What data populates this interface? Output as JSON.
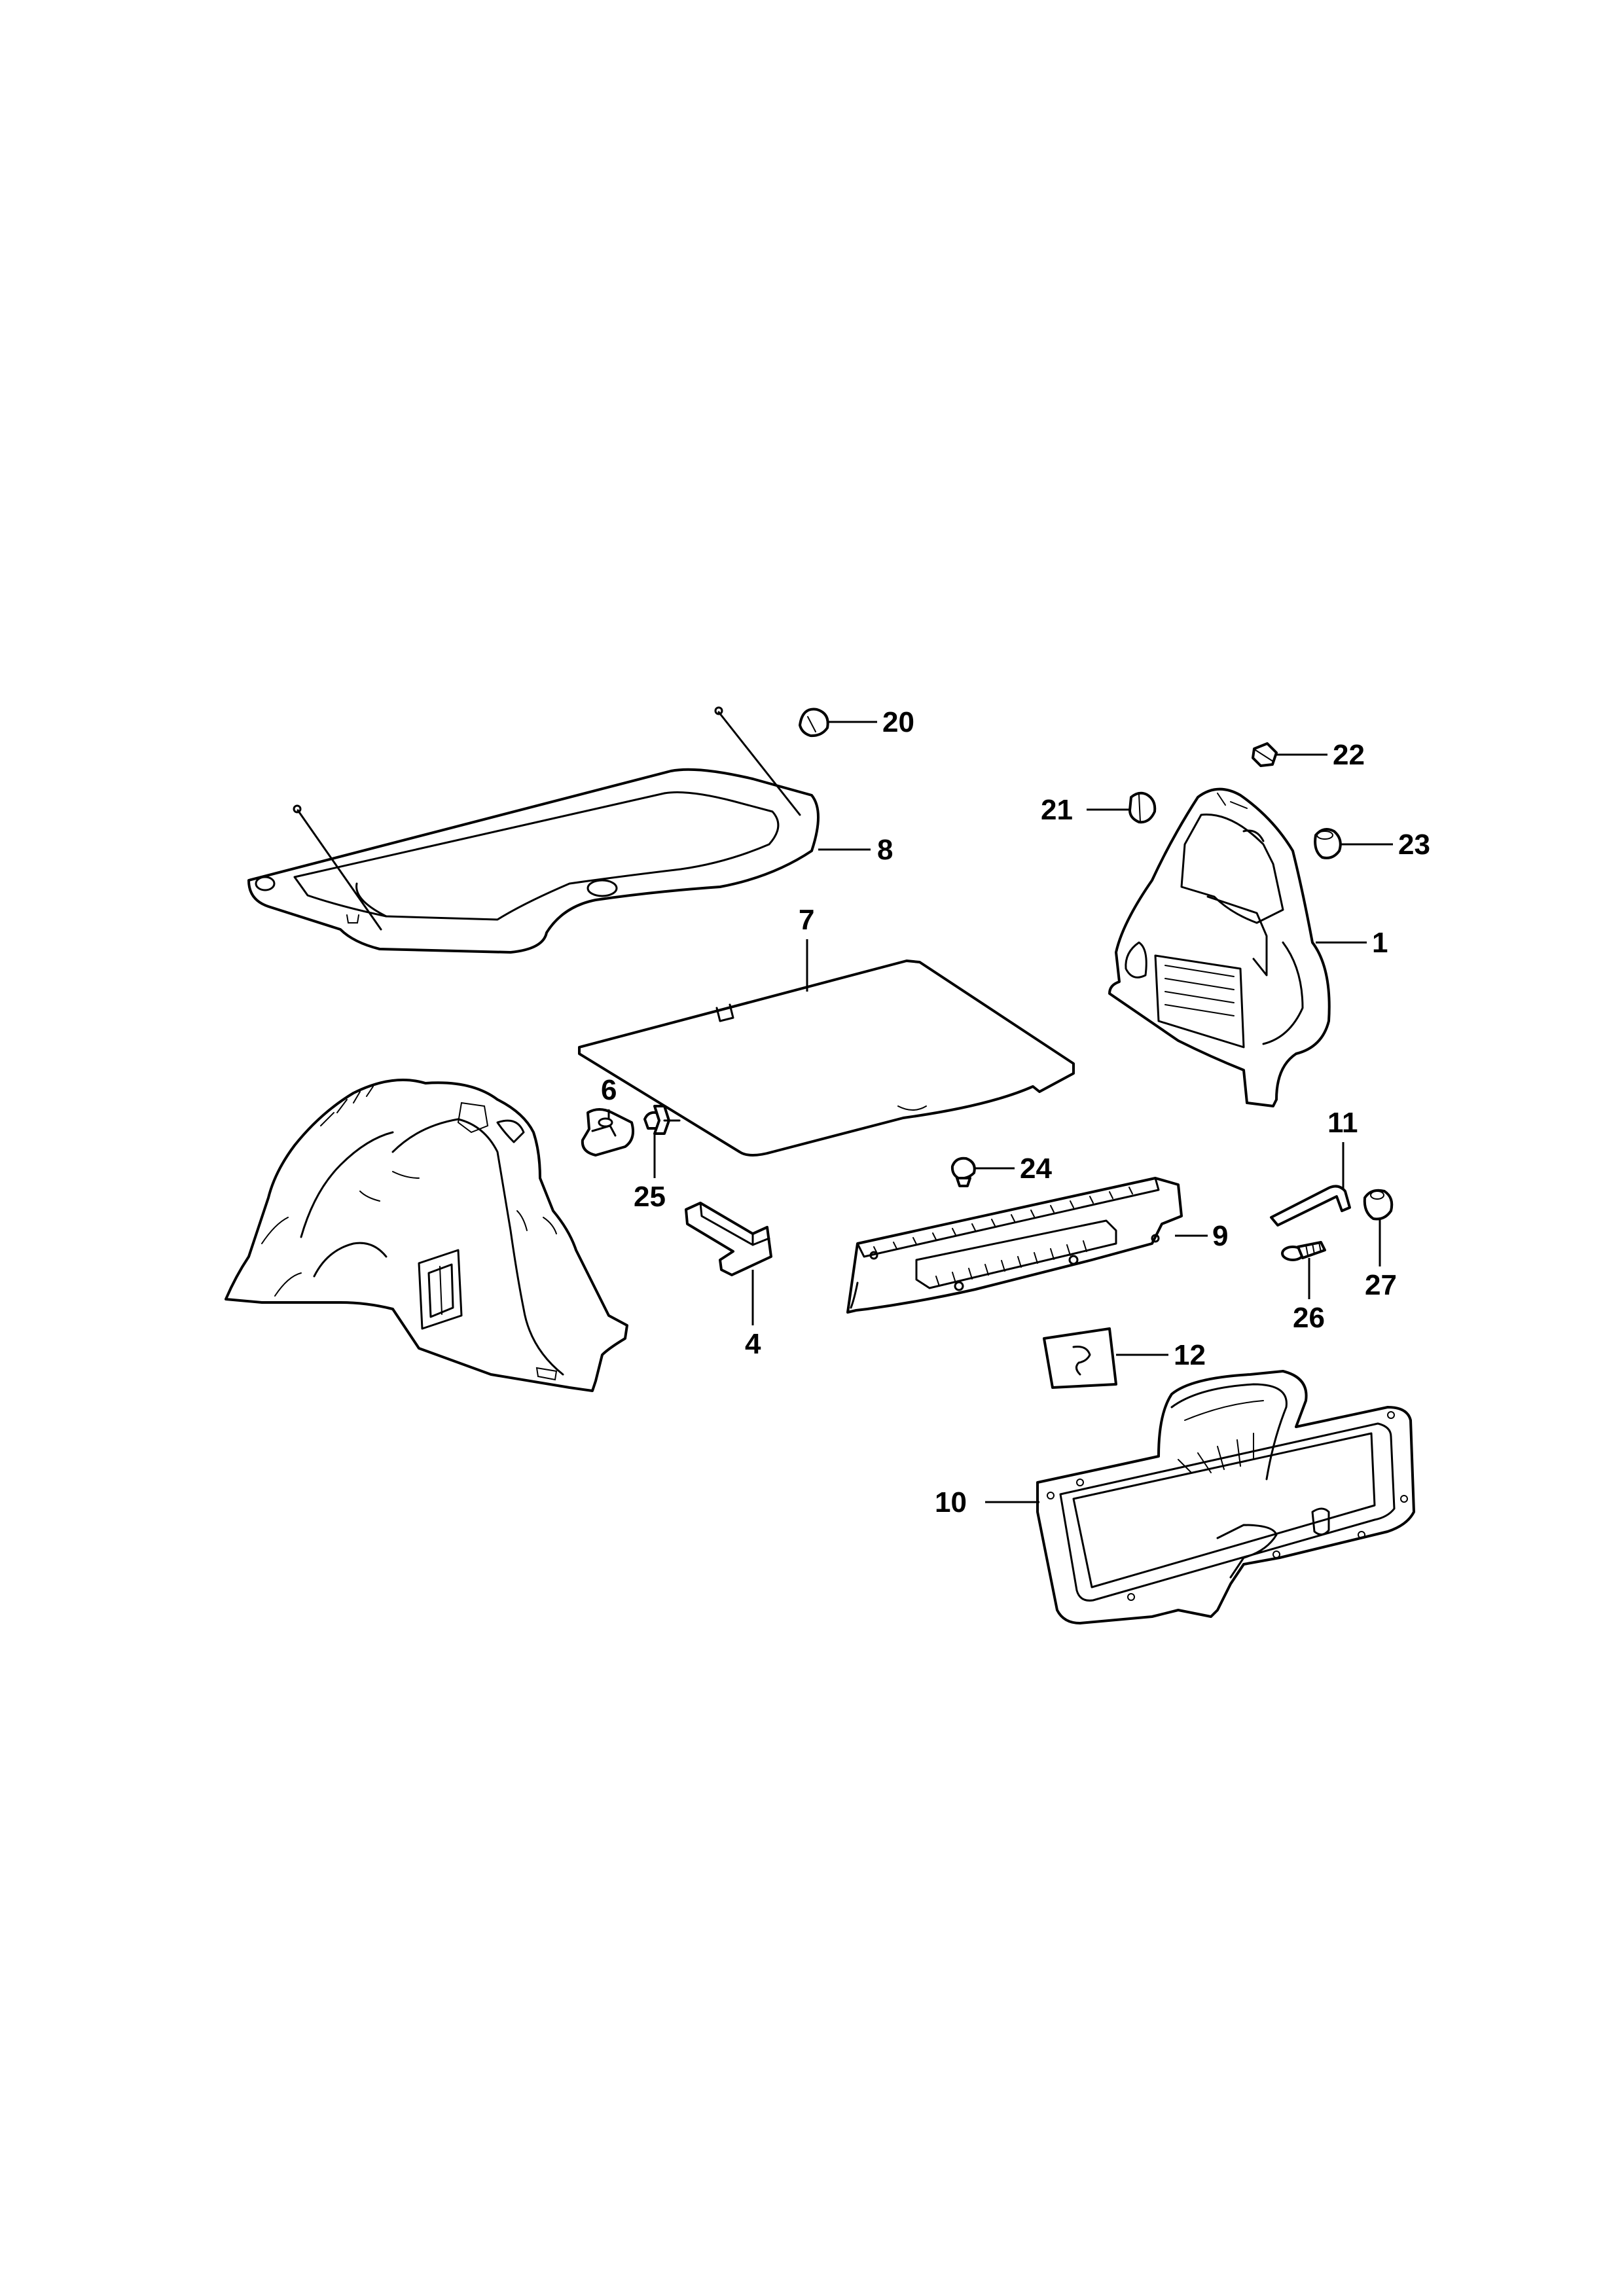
{
  "diagram": {
    "type": "exploded-parts-diagram",
    "callouts": {
      "c1": "1",
      "c4": "4",
      "c6": "6",
      "c7": "7",
      "c8": "8",
      "c9": "9",
      "c10": "10",
      "c11": "11",
      "c12": "12",
      "c20": "20",
      "c21": "21",
      "c22": "22",
      "c23": "23",
      "c24": "24",
      "c25": "25",
      "c26": "26",
      "c27": "27"
    }
  }
}
